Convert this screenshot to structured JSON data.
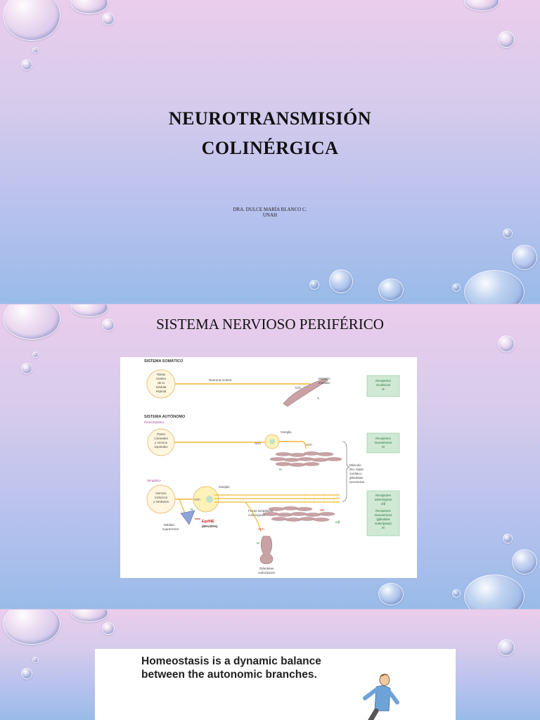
{
  "slide1": {
    "title_line1": "NEUROTRANSMISIÓN",
    "title_line2": "COLINÉRGICA",
    "author_line1": "DRA. DULCE MARÍA BLANCO C.",
    "author_line2": "UNAH"
  },
  "slide2": {
    "title": "SISTEMA NERVIOSO PERIFÉRICO",
    "diagram": {
      "somatic_header": "SISTEMA SOMÁTICO",
      "somatic_source": [
        "Varias",
        "niveles",
        "de la",
        "médula",
        "espinal"
      ],
      "motor_neuron": "Neurona motora",
      "ach": "ACh",
      "skeletal_muscle": [
        "Músculo",
        "estriado"
      ],
      "nn": "N",
      "nicotinic_box": [
        "Receptores",
        "nicotínicos",
        "N"
      ],
      "autonomic_header": "SISTEMA AUTÓNOMO",
      "parasympathetic": "Parasimpático",
      "para_source": [
        "Pares",
        "craneales",
        "y nervios",
        "espinales"
      ],
      "ganglion": "Ganglio",
      "m": "M",
      "muscarinic_box": [
        "Receptores",
        "muscarínicos",
        "M"
      ],
      "effectors": [
        "Músculo",
        "liso, tejido",
        "cardiaco,",
        "glándulas",
        "secretoras"
      ],
      "sympathetic": "Simpático",
      "symp_source": [
        "Nervios",
        "torácicos",
        "y lumbares"
      ],
      "ne": "NE",
      "sympathetic_cholinergic": [
        "Fibras simpáticas",
        "colinérgicas"
      ],
      "adrenal": [
        "Médula",
        "suprarrenal"
      ],
      "epi_ne": "Epi/NE",
      "epi_ratio": "(80%/20%)",
      "alpha_beta": "α/β",
      "sweat_glands": [
        "Glándulas",
        "sudoríparas"
      ],
      "adrenergic_box": [
        "Receptores",
        "adrenérgicos",
        "α/β",
        "Receptores",
        "muscarínicos",
        "(glándulas",
        "sudoríparas)",
        "M"
      ]
    }
  },
  "slide3": {
    "text_line1": "Homeostasis is a dynamic balance",
    "text_line2": "between the autonomic branches."
  },
  "colors": {
    "axon": "#f2b632",
    "receptor_box": "#cfe9d4",
    "receptor_text": "#2a6b3b",
    "muscle": "#c9a2a6",
    "accent_red": "#d21f1f",
    "parasympathetic_label": "#a04a9a"
  }
}
